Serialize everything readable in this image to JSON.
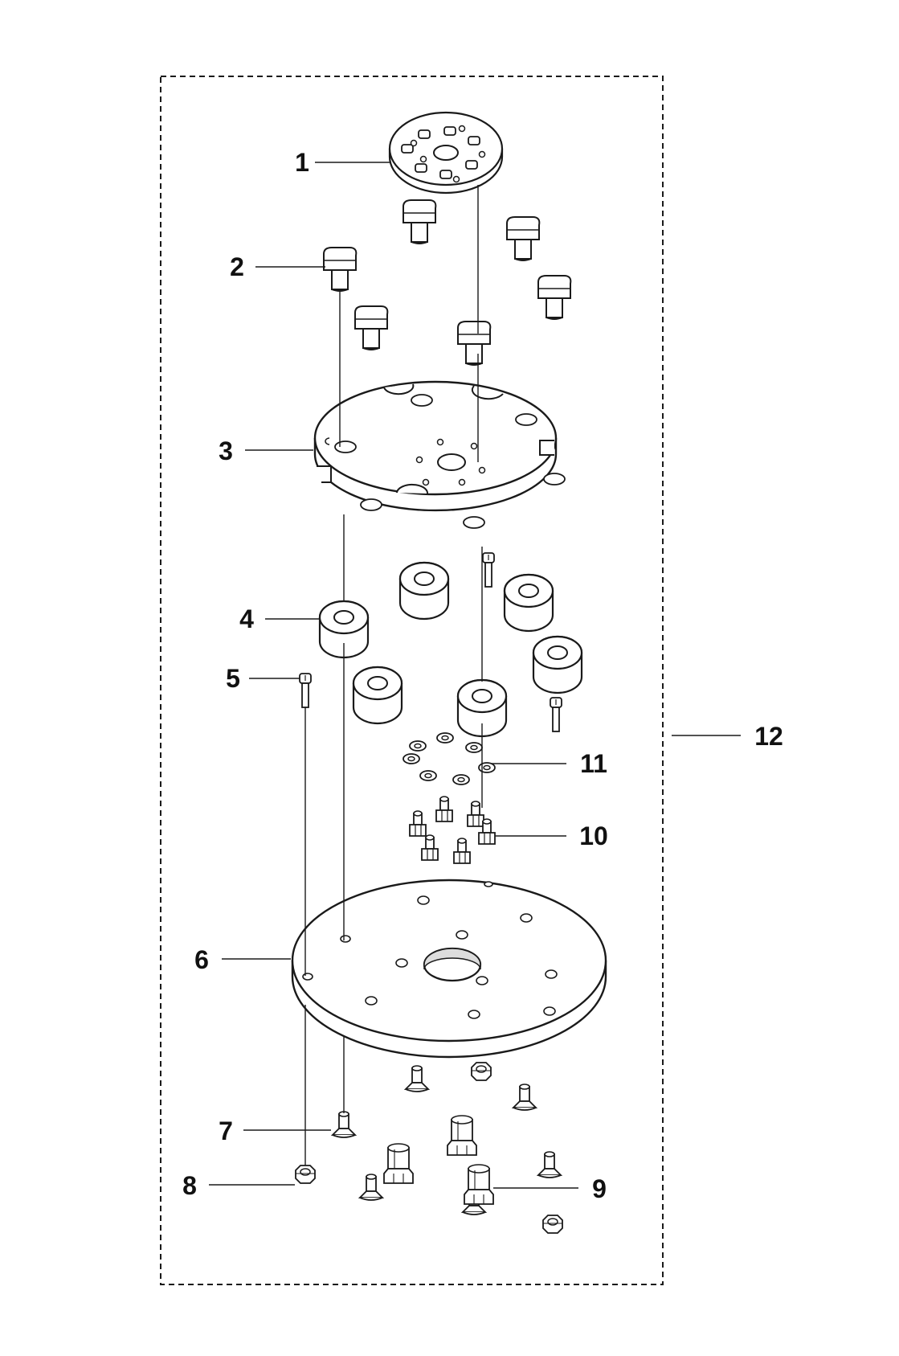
{
  "diagram": {
    "type": "exploded-parts-diagram",
    "line_color": "#1a1a1a",
    "part_fill": "#ffffff",
    "shade_fill": "#d9d9d9",
    "callouts": [
      "1",
      "2",
      "3",
      "4",
      "5",
      "6",
      "7",
      "8",
      "9",
      "10",
      "11",
      "12"
    ]
  }
}
